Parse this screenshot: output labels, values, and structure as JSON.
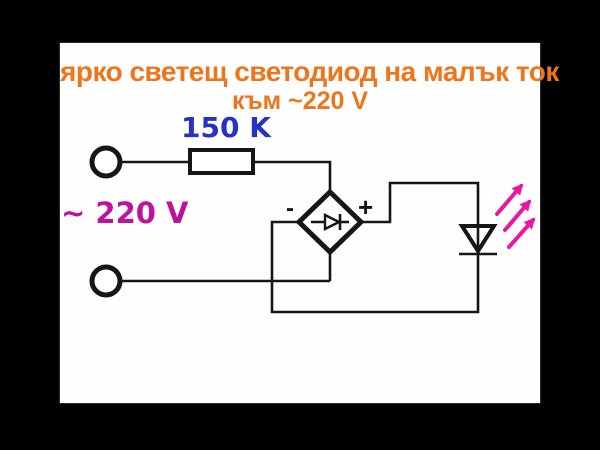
{
  "title": {
    "line1": "ярко светещ светодиод на малък ток",
    "line2": "към ~220 V"
  },
  "labels": {
    "resistor_value": "150 K",
    "source_voltage": "~ 220 V",
    "bridge_minus": "-",
    "bridge_plus": "+"
  },
  "colors": {
    "background": "#000000",
    "paper": "#fefefe",
    "title_orange": "#ed751b",
    "resistor_blue": "#2532c9",
    "voltage_magenta": "#bd12a0",
    "arrow_magenta": "#ea17a2",
    "line_black": "#161616"
  }
}
